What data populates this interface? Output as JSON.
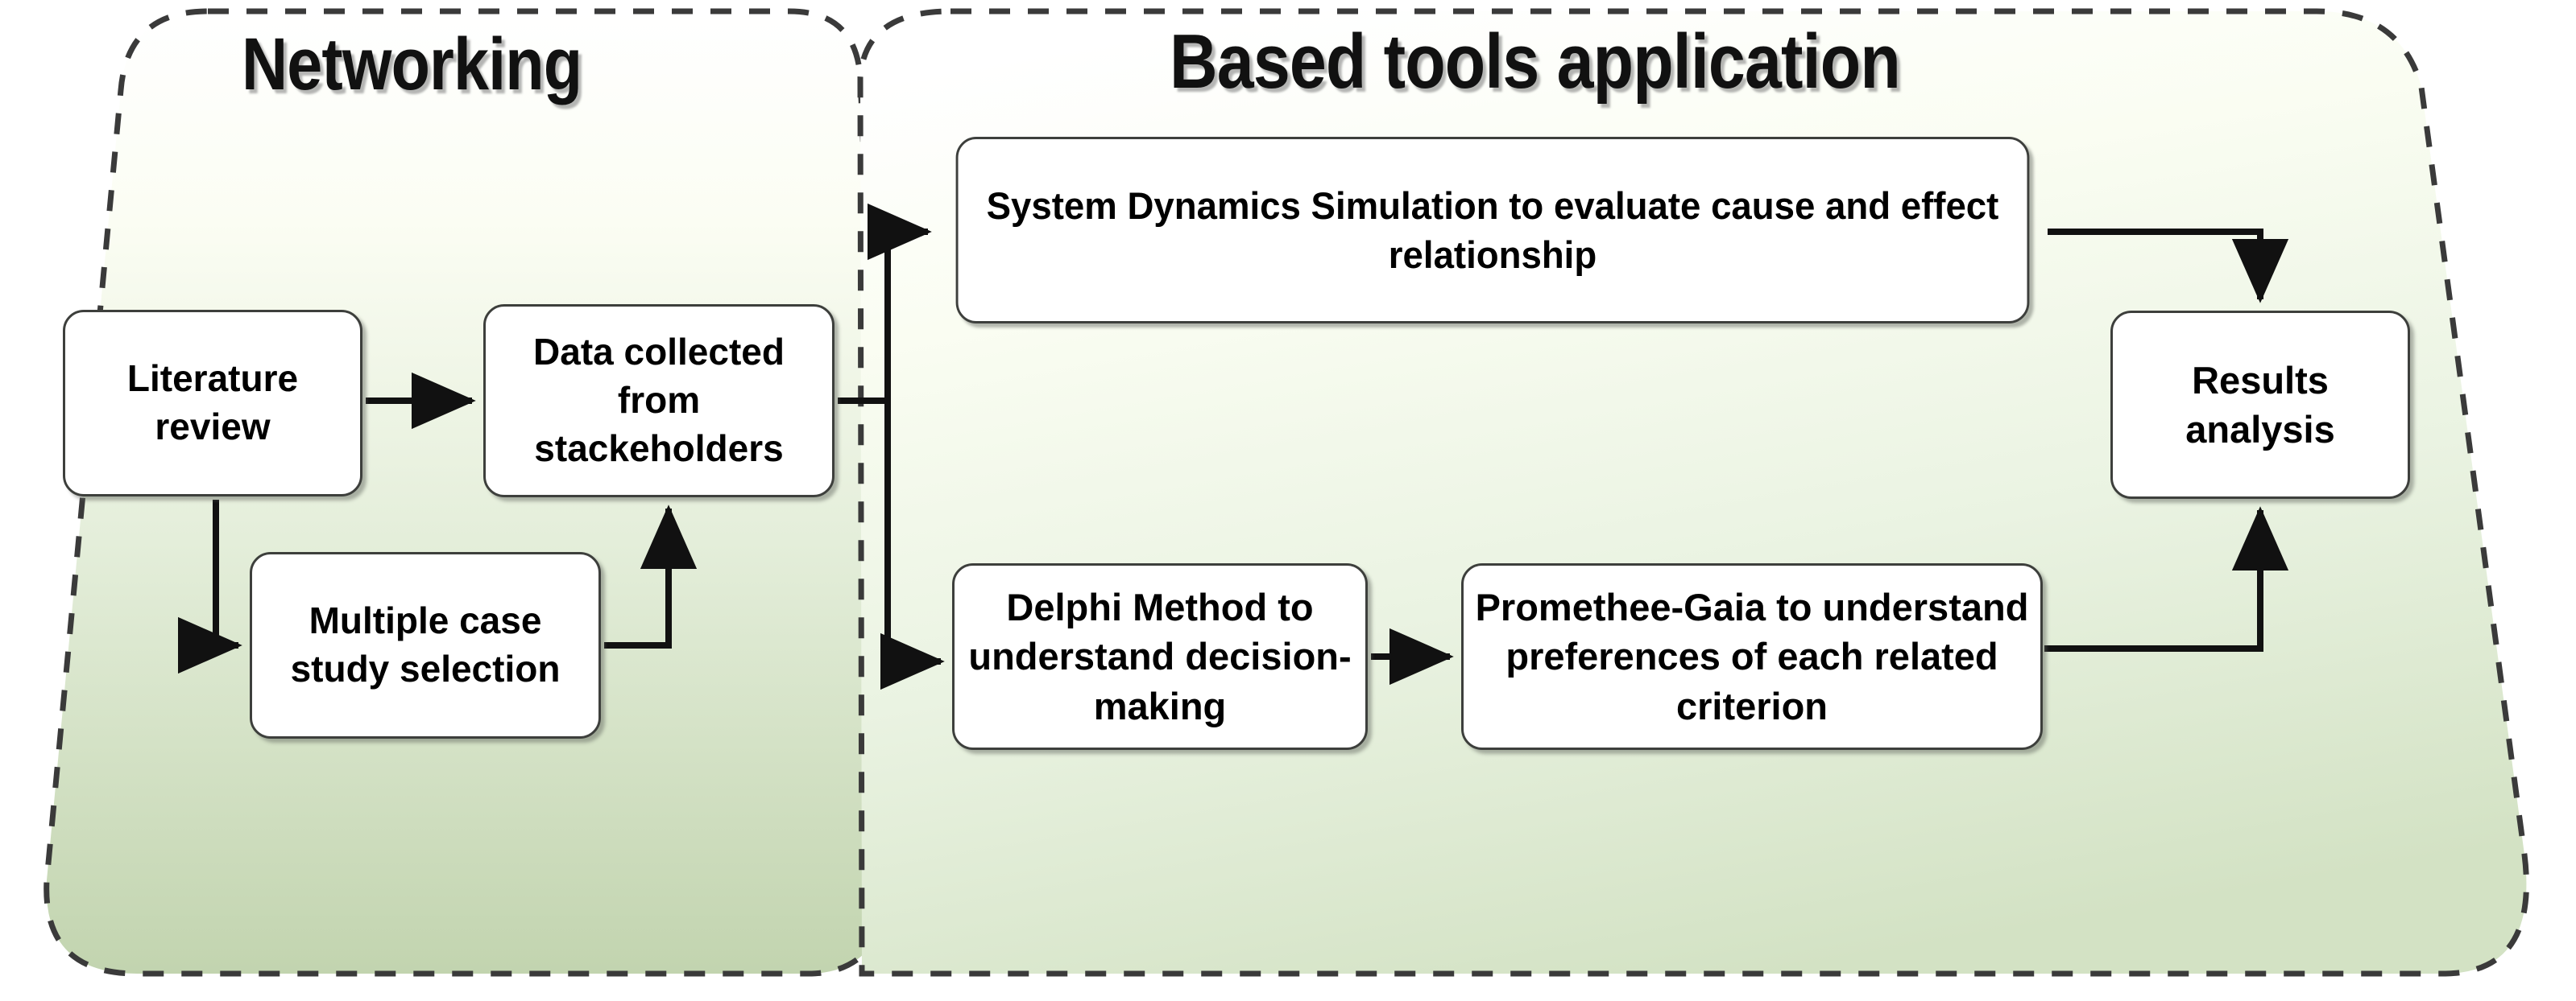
{
  "diagram": {
    "type": "flowchart",
    "phases": [
      {
        "id": "networking",
        "title": "Networking"
      },
      {
        "id": "tools",
        "title": "Based tools application"
      }
    ],
    "nodes": [
      {
        "id": "literature",
        "label": "Literature review",
        "phase": "networking"
      },
      {
        "id": "data",
        "label": "Data collected from stackeholders",
        "phase": "networking"
      },
      {
        "id": "multicase",
        "label": "Multiple case study selection",
        "phase": "networking"
      },
      {
        "id": "sd",
        "label": "System Dynamics Simulation to evaluate cause and effect relationship",
        "phase": "tools"
      },
      {
        "id": "delphi",
        "label": "Delphi Method to understand decision-making",
        "phase": "tools"
      },
      {
        "id": "promethee",
        "label": "Promethee-Gaia to understand preferences of each related criterion",
        "phase": "tools"
      },
      {
        "id": "results",
        "label": "Results analysis",
        "phase": "tools"
      }
    ],
    "edges": [
      {
        "from": "literature",
        "to": "data",
        "style": "arrow"
      },
      {
        "from": "literature",
        "to": "multicase",
        "style": "arrow"
      },
      {
        "from": "multicase",
        "to": "data",
        "style": "arrow"
      },
      {
        "from": "data",
        "to": "sd",
        "style": "arrow"
      },
      {
        "from": "data",
        "to": "delphi",
        "style": "arrow"
      },
      {
        "from": "sd",
        "to": "results",
        "style": "arrow"
      },
      {
        "from": "delphi",
        "to": "promethee",
        "style": "arrow"
      },
      {
        "from": "promethee",
        "to": "results",
        "style": "arrow"
      }
    ],
    "colors": {
      "node_fill": "#ffffff",
      "node_border": "#3d3f3c",
      "connector": "#111111",
      "container_border": "#3a3a3a",
      "container_fill_top": "#fbfdf5",
      "container_fill_bottom": "#c6d7b4",
      "text": "#000000"
    }
  }
}
